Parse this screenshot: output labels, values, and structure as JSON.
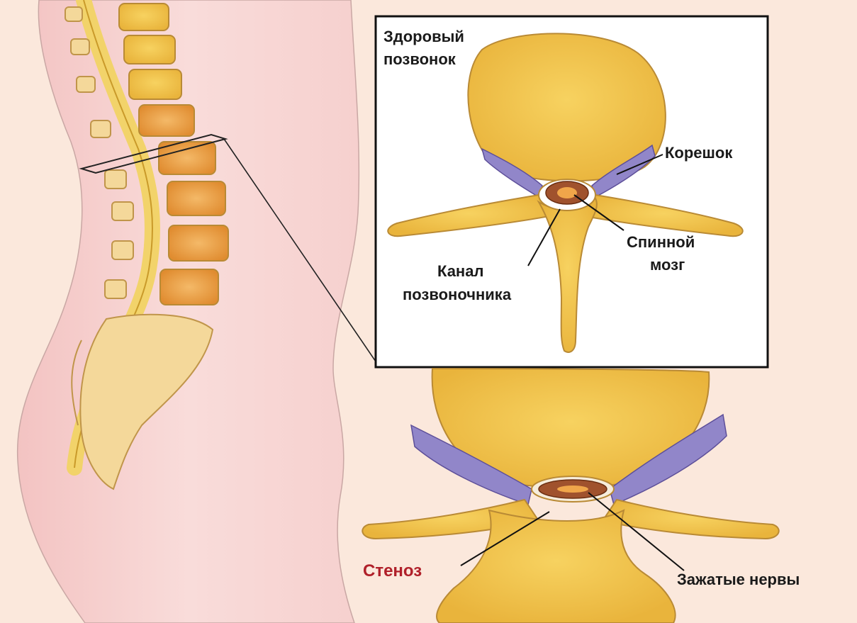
{
  "figure": {
    "labels": {
      "healthy_line1": "Здоровый",
      "healthy_line2": "позвонок",
      "root": "Корешок",
      "cord_line1": "Спинной",
      "cord_line2": "мозг",
      "canal_line1": "Канал",
      "canal_line2": "позвоночника",
      "stenosis": "Стеноз",
      "nerves": "Зажатые нервы"
    },
    "colors": {
      "background": "#fbe8dc",
      "body": "#f7d2d0",
      "bone": "#f2c64a",
      "bone_shade": "#e0a53a",
      "vertebra_core": "#e9a04a",
      "nerve": "#8f83c6",
      "cord": "#a0522d",
      "stenosis_text": "#b0202a"
    }
  }
}
